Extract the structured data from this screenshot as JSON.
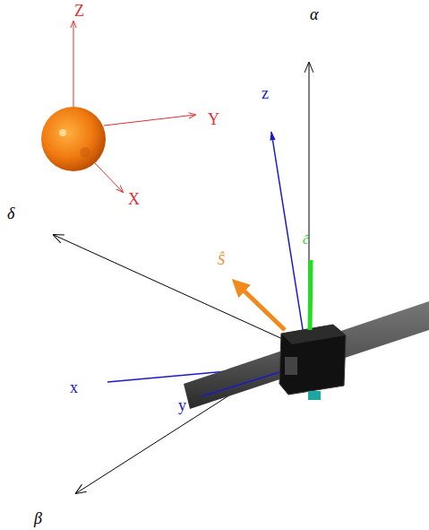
{
  "diagram": {
    "labels": [
      "Z",
      "α",
      "Y",
      "X",
      "z",
      "δ",
      "Ŝ",
      "ĉ",
      "x",
      "y",
      "β"
    ]
  }
}
